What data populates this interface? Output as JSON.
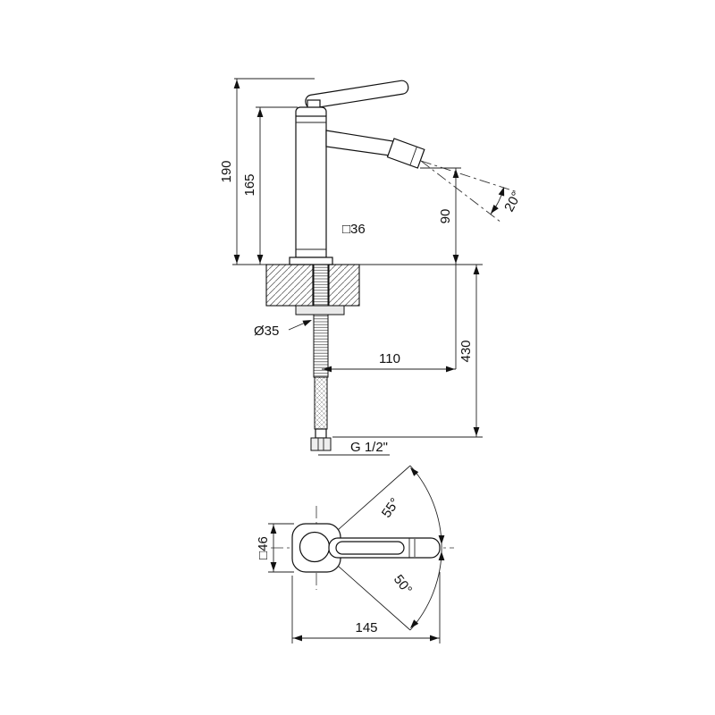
{
  "meta": {
    "drawing_type": "bidet mixer faucet technical dimension drawing",
    "views": [
      "side elevation",
      "top plan"
    ]
  },
  "side_view": {
    "labels": {
      "total_height": "190",
      "body_height": "165",
      "body_square": "□36",
      "spout_height": "90",
      "stream_angle": "20°",
      "mount_hole_diameter": "Ø35",
      "spout_reach": "110",
      "under_counter_height": "430",
      "thread": "G 1/2\""
    }
  },
  "top_view": {
    "labels": {
      "body_square": "□46",
      "swivel_up": "55°",
      "swivel_down": "50°",
      "total_length": "145"
    }
  }
}
